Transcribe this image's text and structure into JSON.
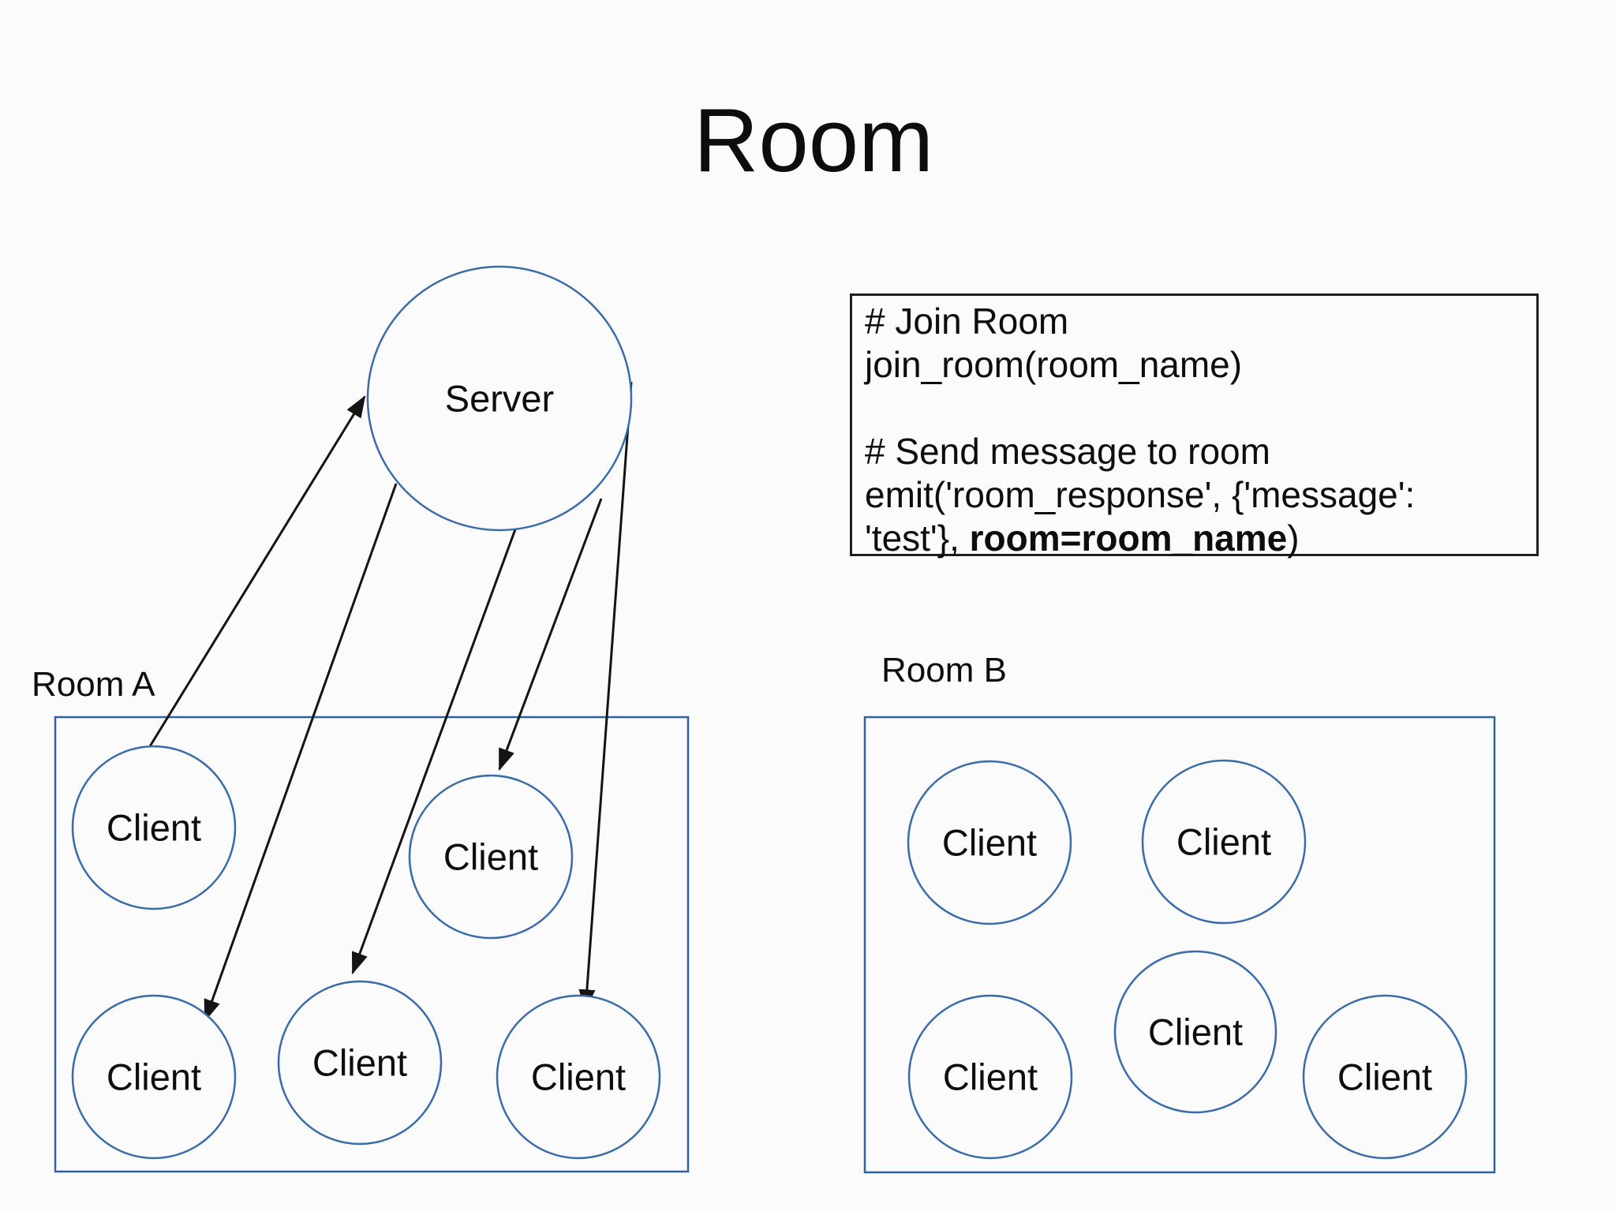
{
  "title": "Room",
  "server": {
    "label": "Server"
  },
  "client_label": "Client",
  "rooms": {
    "a": {
      "label": "Room A",
      "client_count": 5
    },
    "b": {
      "label": "Room B",
      "client_count": 5
    }
  },
  "code_box": {
    "line1": "# Join Room",
    "line2": "join_room(room_name)",
    "line3": "",
    "line4": "# Send message to room",
    "line5": "emit('room_response', {'message':",
    "line6_prefix": "'test'}, ",
    "line6_bold": "room=room_name",
    "line6_suffix": ")"
  },
  "colors": {
    "node_stroke": "#3a6ca8",
    "box_stroke": "#2e639e",
    "arrow": "#141414",
    "code_border": "#1f1f1f",
    "text": "#0d0d0d",
    "background": "#fbfbfb"
  }
}
